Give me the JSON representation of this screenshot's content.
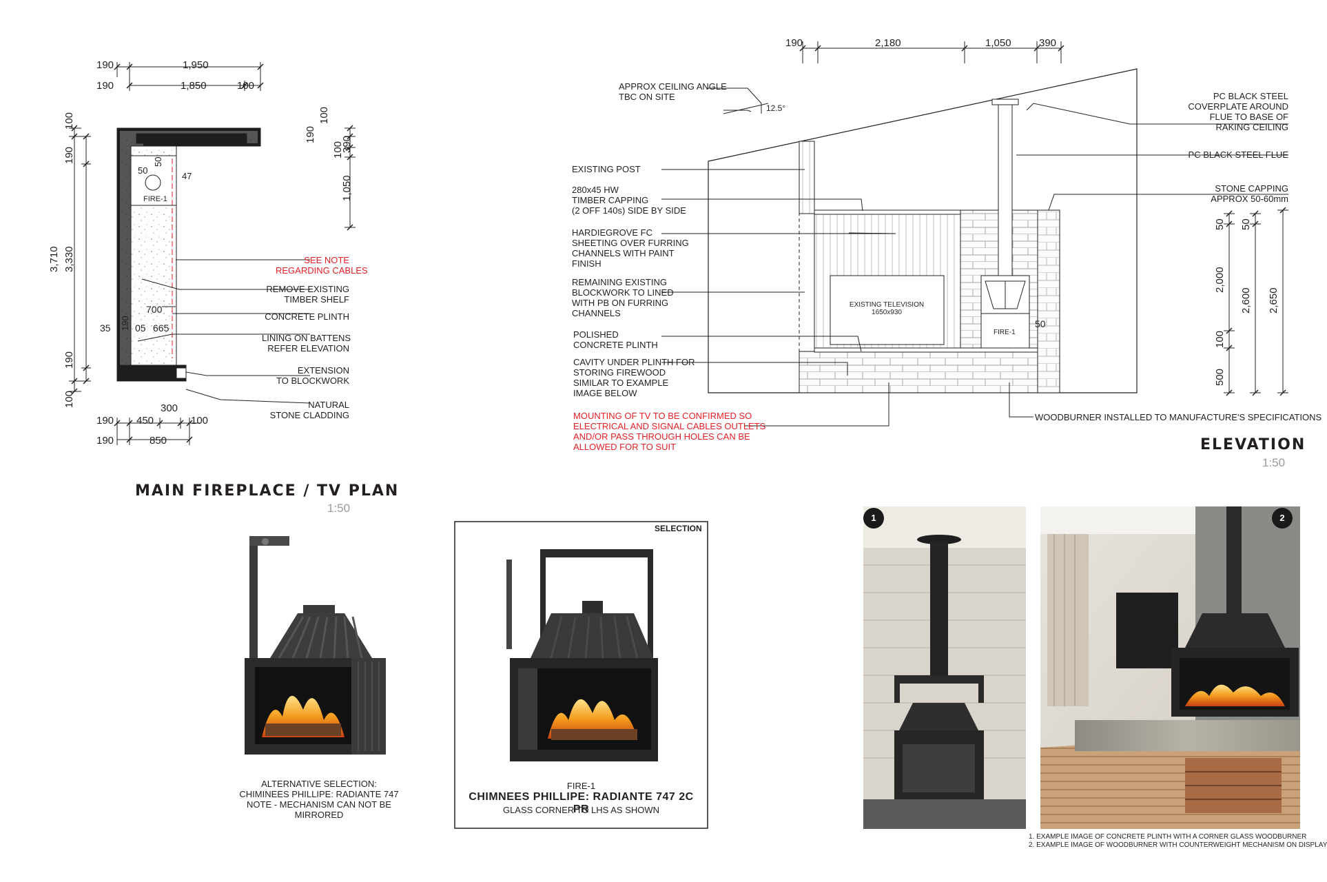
{
  "plan": {
    "title": "MAIN FIREPLACE / TV PLAN",
    "scale": "1:50",
    "dims": {
      "top_1950": "1,950",
      "top_190a": "190",
      "top_1850": "1,850",
      "top_190b": "190",
      "top_100": "100",
      "left_3710": "3,710",
      "left_3330": "3,330",
      "left_190a": "190",
      "left_190b": "190",
      "left_100a": "100",
      "left_100b": "100",
      "r_100": "100",
      "r_190": "190",
      "r_100b": "100",
      "r_390": "390",
      "r_1050": "1,050",
      "in_50a": "50",
      "in_50b": "50",
      "in_47": "47",
      "in_700": "700",
      "in_35": "35",
      "in_190": "190",
      "in_05": "05",
      "in_665": "665",
      "bot_190a": "190",
      "bot_450": "450",
      "bot_300": "300",
      "bot_100": "100",
      "bot_190b": "190",
      "bot_850": "850"
    },
    "fire_label": "FIRE-1",
    "labels": {
      "see_note_1": "SEE NOTE",
      "see_note_2": "REGARDING CABLES",
      "remove_1": "REMOVE EXISTING",
      "remove_2": "TIMBER SHELF",
      "plinth": "CONCRETE PLINTH",
      "lining_1": "LINING ON BATTENS",
      "lining_2": "REFER ELEVATION",
      "extension_1": "EXTENSION",
      "extension_2": "TO BLOCKWORK",
      "stone_1": "NATURAL",
      "stone_2": "STONE CLADDING"
    }
  },
  "elevation": {
    "title": "ELEVATION",
    "scale": "1:50",
    "top_dims": {
      "d190": "190",
      "d2180": "2,180",
      "d1050": "1,050",
      "d390": "390"
    },
    "ceiling_1": "APPROX CEILING ANGLE",
    "ceiling_2": "TBC ON SITE",
    "angle": "12.5°",
    "left_labels": {
      "post": "EXISTING POST",
      "capping_1": "280x45 HW",
      "capping_2": "TIMBER CAPPING",
      "capping_3": "(2 OFF 140s) SIDE BY SIDE",
      "hardie_1": "HARDIEGROVE FC",
      "hardie_2": "SHEETING OVER FURRING",
      "hardie_3": "CHANNELS WITH PAINT",
      "hardie_4": "FINISH",
      "block_1": "REMAINING EXISTING",
      "block_2": "BLOCKWORK TO LINED",
      "block_3": "WITH PB ON FURRING",
      "block_4": "CHANNELS",
      "polished_1": "POLISHED",
      "polished_2": "CONCRETE PLINTH",
      "cavity_1": "CAVITY UNDER PLINTH FOR",
      "cavity_2": "STORING FIREWOOD",
      "cavity_3": "SIMILAR TO EXAMPLE",
      "cavity_4": "IMAGE BELOW",
      "tv_note_1": "MOUNTING OF TV TO BE CONFIRMED SO",
      "tv_note_2": "ELECTRICAL AND SIGNAL CABLES OUTLETS",
      "tv_note_3": "AND/OR PASS THROUGH HOLES CAN BE",
      "tv_note_4": "ALLOWED FOR TO SUIT"
    },
    "right_labels": {
      "coverplate_1": "PC BLACK STEEL",
      "coverplate_2": "COVERPLATE AROUND",
      "coverplate_3": "FLUE TO BASE OF",
      "coverplate_4": "RAKING CEILING",
      "flue": "PC BLACK STEEL FLUE",
      "stone_1": "STONE CAPPING",
      "stone_2": "APPROX 50-60mm",
      "woodburner": "WOODBURNER INSTALLED TO MANUFACTURE'S SPECIFICATIONS"
    },
    "tv_1": "EXISTING TELEVISION",
    "tv_2": "1650x930",
    "fire_label": "FIRE-1",
    "fire_gap": "50",
    "right_dims": {
      "d50a": "50",
      "d50b": "50",
      "d2000": "2,000",
      "d2600": "2,600",
      "d2650": "2,650",
      "d100": "100",
      "d500": "500"
    }
  },
  "products": {
    "alt_1": "ALTERNATIVE SELECTION:",
    "alt_2": "CHIMINEES PHILLIPE: RADIANTE 747",
    "alt_3": "NOTE - MECHANISM CAN NOT BE MIRRORED",
    "selection_tag": "SELECTION",
    "sel_1": "FIRE-1",
    "sel_2": "CHIMNEES PHILLIPE: RADIANTE 747 2C PR",
    "sel_3": "GLASS CORNER TO LHS AS SHOWN"
  },
  "examples": {
    "badge_1": "1",
    "badge_2": "2",
    "note_1": "1.  EXAMPLE IMAGE OF CONCRETE PLINTH WITH A CORNER GLASS WOODBURNER",
    "note_2": "2.  EXAMPLE IMAGE OF WOODBURNER WITH COUNTERWEIGHT MECHANISM ON DISPLAY"
  }
}
